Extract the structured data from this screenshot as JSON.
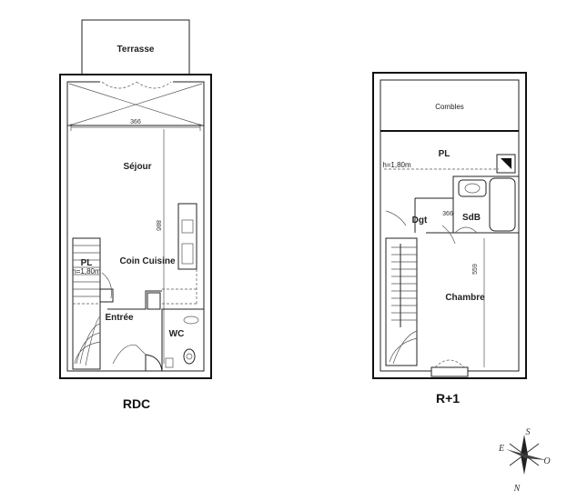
{
  "levels": {
    "ground": {
      "label": "RDC",
      "rooms": {
        "terrace": "Terrasse",
        "living": "Séjour",
        "kitchen": "Coin Cuisine",
        "closet": "PL",
        "closet_height": "h=1,80m",
        "entry": "Entrée",
        "wc": "WC"
      },
      "dimensions": {
        "width": "366",
        "depth": "886"
      }
    },
    "first": {
      "label": "R+1",
      "rooms": {
        "attic": "Combles",
        "closet": "PL",
        "closet_height": "h=1,80m",
        "landing": "Dgt",
        "bathroom": "SdB",
        "bedroom": "Chambre"
      },
      "dimensions": {
        "width": "366",
        "depth": "559"
      }
    }
  },
  "compass": {
    "north": "N",
    "south": "S",
    "east": "E",
    "west": "O"
  }
}
